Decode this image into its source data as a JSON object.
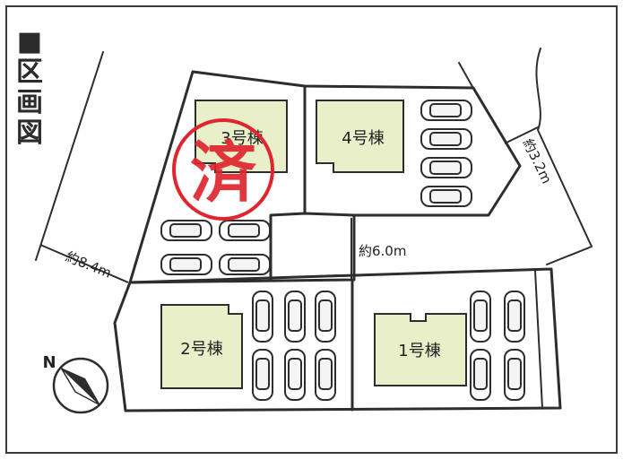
{
  "title": {
    "marker": "■",
    "chars": [
      "区",
      "画",
      "図"
    ]
  },
  "lots": [
    {
      "id": "lot-1",
      "label": "1号棟"
    },
    {
      "id": "lot-2",
      "label": "2号棟"
    },
    {
      "id": "lot-3",
      "label": "3号棟",
      "status": "sold"
    },
    {
      "id": "lot-4",
      "label": "4号棟"
    }
  ],
  "stamp": {
    "text": "済",
    "color": "#e0252f"
  },
  "roads": {
    "west_width": "約8.4m",
    "center_width": "約6.0m",
    "east_width": "約3.2m"
  },
  "compass": {
    "label": "N"
  },
  "colors": {
    "building": "#e9efc9",
    "line": "#2d2d2d",
    "stamp": "#e0252f",
    "lot_fill": "#ffffff"
  }
}
